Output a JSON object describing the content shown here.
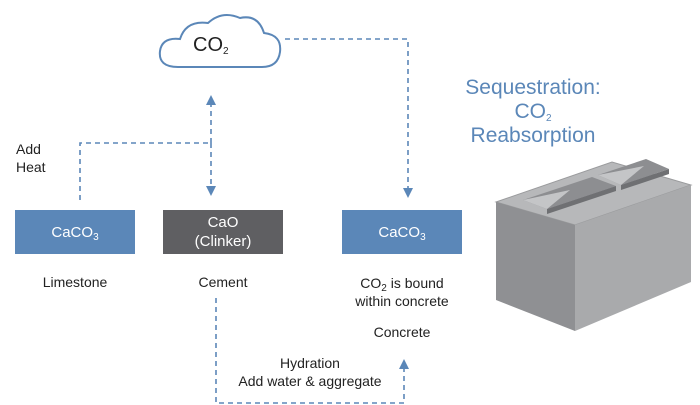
{
  "cloud": {
    "label": "CO",
    "sub": "2"
  },
  "headline": {
    "line1": "Sequestration:",
    "line2_main": "CO",
    "line2_sub": "2",
    "line3": "Reabsorption"
  },
  "add_heat": {
    "line1": "Add",
    "line2": "Heat"
  },
  "nodes": {
    "limestone_box": {
      "main": "CaCO",
      "sub": "3",
      "caption": "Limestone"
    },
    "clinker_box": {
      "line1": "CaO",
      "line2": "(Clinker)",
      "caption": "Cement"
    },
    "concrete_box": {
      "main": "CaCO",
      "sub": "3",
      "caption_line1_main": "CO",
      "caption_line1_sub": "2",
      "caption_line1_rest": " is bound",
      "caption_line2": "within concrete",
      "caption_line3": "Concrete"
    }
  },
  "hydration": {
    "line1": "Hydration",
    "line2": "Add water & aggregate"
  },
  "colors": {
    "accent": "#5b87b8",
    "clinker": "#5f5f62",
    "block": "#a9aaac"
  },
  "icons": {
    "block": "concrete-block-icon",
    "cloud": "cloud-icon"
  }
}
